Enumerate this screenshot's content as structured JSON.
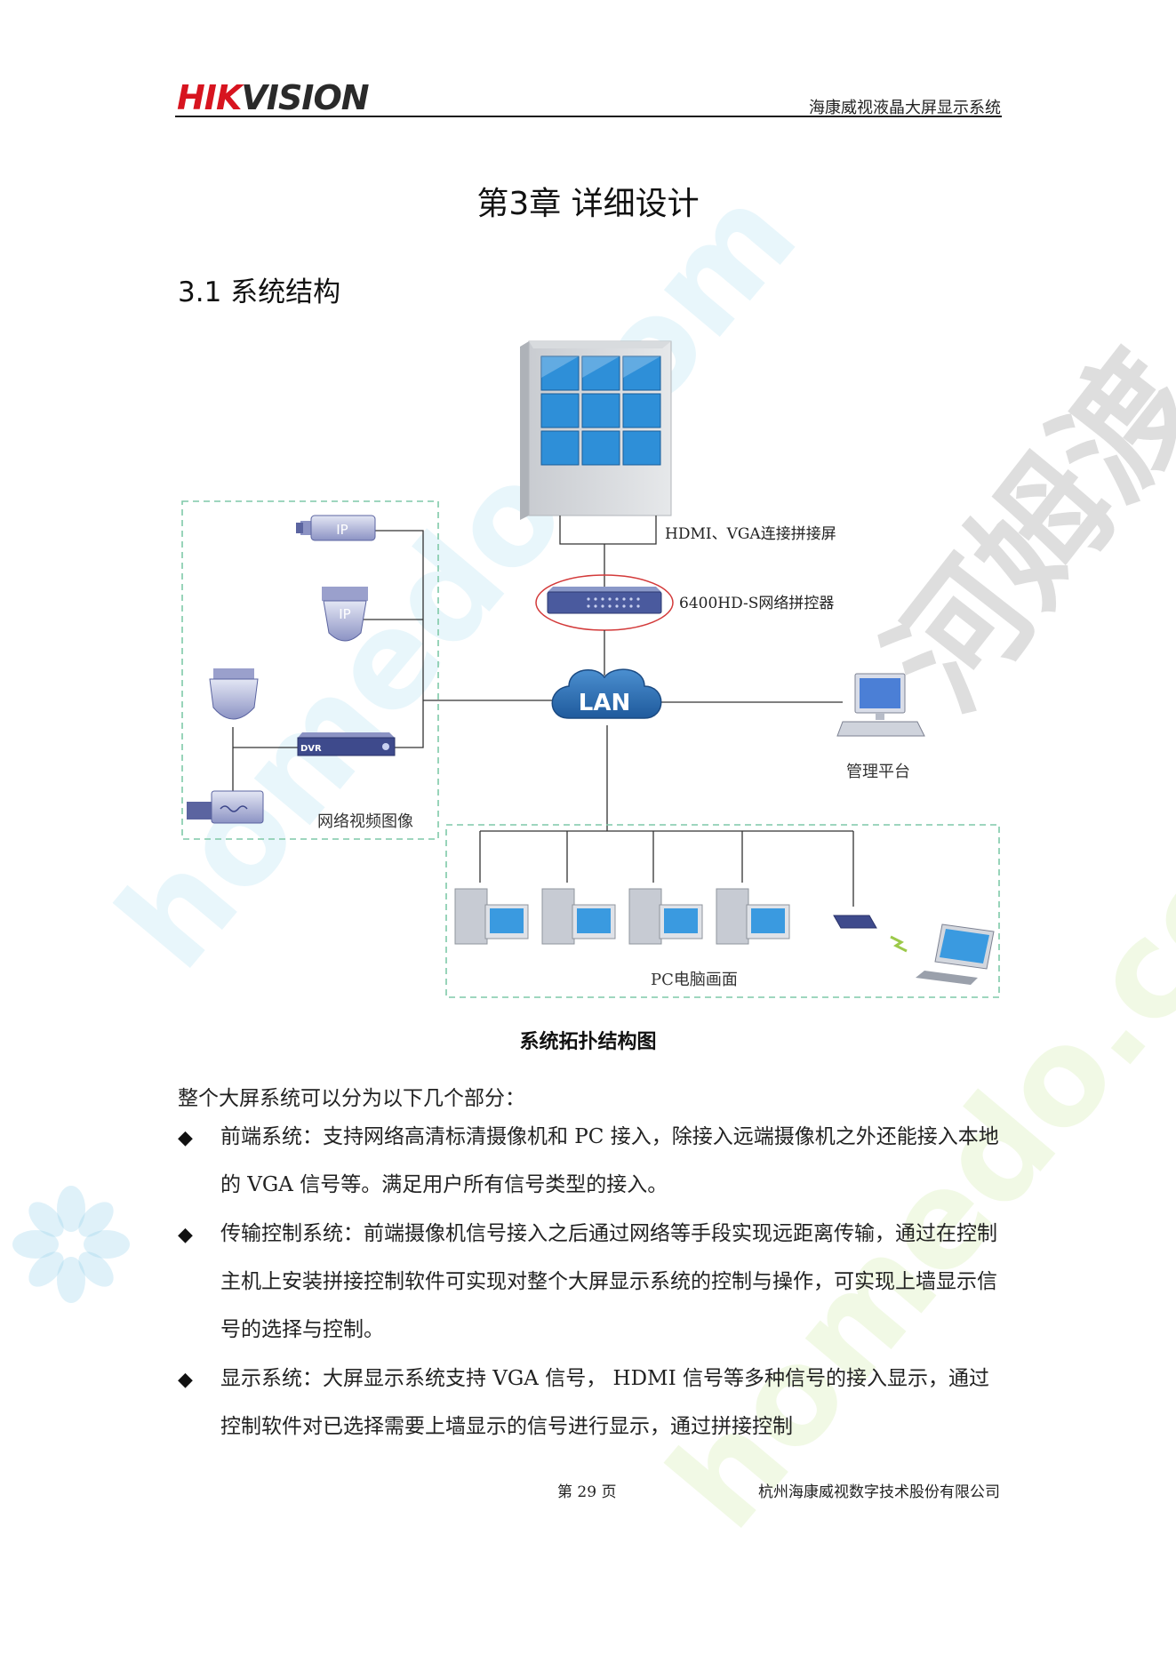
{
  "header": {
    "logo_hik": "HIK",
    "logo_vision": "VISION",
    "title": "海康威视液晶大屏显示系统"
  },
  "chapter_title": "第3章 详细设计",
  "section_title": "3.1 系统结构",
  "diagram": {
    "hdmi_label": "HDMI、VGA连接拼接屏",
    "controller_label": "6400HD-S网络拼控器",
    "lan_label": "LAN",
    "management_label": "管理平台",
    "network_video_label": "网络视频图像",
    "pc_label": "PC电脑画面",
    "ip_badge": "IP",
    "dvr_badge": "DVR"
  },
  "caption": "系统拓扑结构图",
  "intro": "整个大屏系统可以分为以下几个部分：",
  "bullets": [
    "前端系统：支持网络高清标清摄像机和 PC 接入，除接入远端摄像机之外还能接入本地的 VGA 信号等。满足用户所有信号类型的接入。",
    "传输控制系统：前端摄像机信号接入之后通过网络等手段实现远距离传输，通过在控制主机上安装拼接控制软件可实现对整个大屏显示系统的控制与操作，可实现上墙显示信号的选择与控制。",
    "显示系统：大屏显示系统支持 VGA 信号， HDMI 信号等多种信号的接入显示，通过控制软件对已选择需要上墙显示的信号进行显示，通过拼接控制"
  ],
  "footer": {
    "page": "第 29 页",
    "company": "杭州海康威视数字技术股份有限公司"
  },
  "watermark": {
    "text_cn": "河姆渡",
    "text_en": "homedo.com"
  },
  "colors": {
    "logo_red": "#d7141f",
    "dashed_box": "#7fc9a8",
    "lan_cloud": "#2f6fb0",
    "screen_blue": "#2e8fd8",
    "controller_ring": "#d33a3a"
  }
}
